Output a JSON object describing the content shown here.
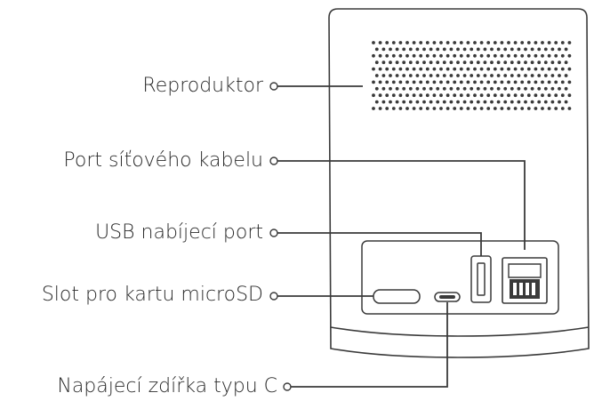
{
  "callouts": [
    {
      "id": "reproduktor",
      "label": "Reproduktor"
    },
    {
      "id": "port-sitoveho-kabelu",
      "label": "Port síťového kabelu"
    },
    {
      "id": "usb-nabijeci-port",
      "label": "USB nabíjecí port"
    },
    {
      "id": "slot-microsd",
      "label": "Slot pro kartu microSD"
    },
    {
      "id": "napajeci-zdirka",
      "label": "Napájecí zdířka typu C"
    }
  ],
  "colors": {
    "outline": "#3a3a3a",
    "text": "#2b2b2b",
    "background": "#ffffff"
  }
}
